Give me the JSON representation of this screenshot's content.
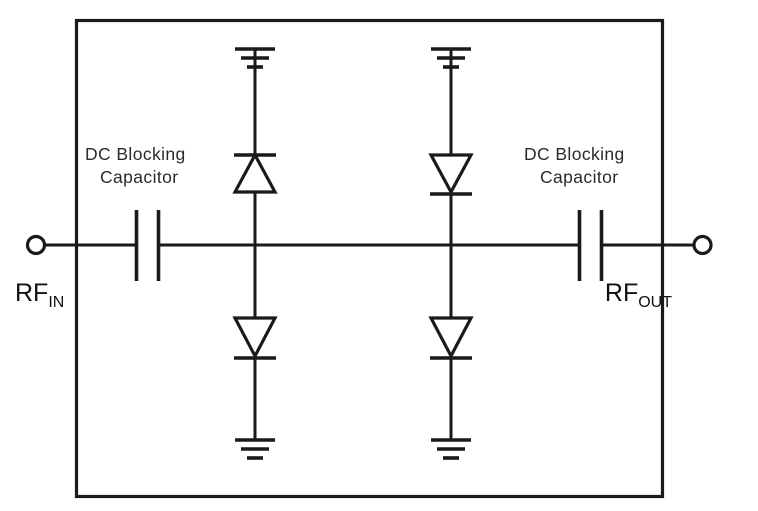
{
  "diagram": {
    "title": "RF limiter circuit with DC blocking capacitors and anti-parallel shunt diodes",
    "enclosure_label": "",
    "ports": {
      "input": {
        "base": "RF",
        "subscript": "IN",
        "terminal": "input-terminal"
      },
      "output": {
        "base": "RF",
        "subscript": "OUT",
        "terminal": "output-terminal"
      }
    },
    "labels": {
      "left_capacitor_line1": "DC Blocking",
      "left_capacitor_line2": "Capacitor",
      "right_capacitor_line1": "DC Blocking",
      "right_capacitor_line2": "Capacitor"
    },
    "components": [
      {
        "id": "c-left",
        "type": "capacitor",
        "name": "DC Blocking Capacitor",
        "position": "left-series"
      },
      {
        "id": "c-right",
        "type": "capacitor",
        "name": "DC Blocking Capacitor",
        "position": "right-series"
      },
      {
        "id": "d-upper-left",
        "type": "diode",
        "orientation": "up",
        "branch": "left",
        "terminates": "ground-top"
      },
      {
        "id": "d-lower-left",
        "type": "diode",
        "orientation": "down",
        "branch": "left",
        "terminates": "ground-bottom"
      },
      {
        "id": "d-upper-right",
        "type": "diode",
        "orientation": "down",
        "branch": "right",
        "terminates": "ground-top"
      },
      {
        "id": "d-lower-right",
        "type": "diode",
        "orientation": "down",
        "branch": "right",
        "terminates": "ground-bottom"
      },
      {
        "id": "gnd-top-left",
        "type": "ground",
        "bars": 3,
        "direction": "up"
      },
      {
        "id": "gnd-top-right",
        "type": "ground",
        "bars": 3,
        "direction": "up"
      },
      {
        "id": "gnd-bottom-left",
        "type": "ground",
        "bars": 3,
        "direction": "down"
      },
      {
        "id": "gnd-bottom-right",
        "type": "ground",
        "bars": 3,
        "direction": "down"
      }
    ],
    "colors": {
      "line": "#1a1a1a",
      "text": "#2b2b2b",
      "port_text": "#111111",
      "background": "#ffffff"
    }
  }
}
